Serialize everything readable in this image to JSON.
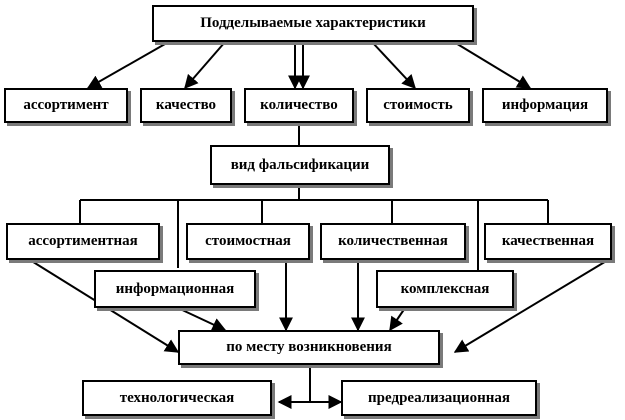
{
  "colors": {
    "line": "#000000",
    "shadow": "#7a7a7a",
    "background": "#ffffff"
  },
  "diagram": {
    "root": "Подделываемые характеристики",
    "characteristics": [
      "ассортимент",
      "качество",
      "количество",
      "стоимость",
      "информация"
    ],
    "falsification_type": "вид фальсификации",
    "types": {
      "assortment": "ассортиментная",
      "cost": "стоимостная",
      "quantity": "количественная",
      "quality": "качественная",
      "information": "информационная",
      "complex": "комплексная"
    },
    "place_of_origin": "по месту возникновения",
    "places": [
      "технологическая",
      "предреализационная"
    ]
  }
}
